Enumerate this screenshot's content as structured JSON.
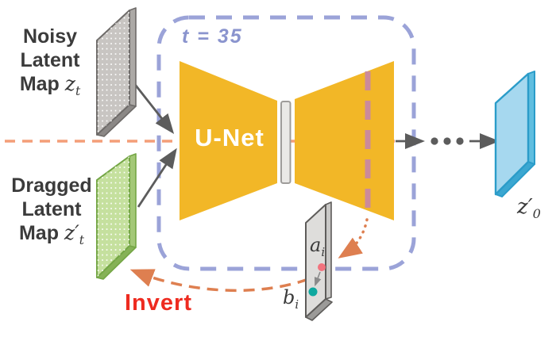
{
  "figure": {
    "labels": {
      "noisy": {
        "lines": [
          "Noisy",
          "Latent",
          "Map"
        ],
        "math_base": "z",
        "math_sub": "t"
      },
      "dragged": {
        "lines": [
          "Dragged",
          "Latent",
          "Map"
        ],
        "math_base": "z′",
        "math_sub": "t"
      },
      "timestep": "t = 35",
      "unet": "U-Net",
      "invert": "Invert",
      "output": {
        "math_base": "z′",
        "math_sub": "0"
      },
      "point_a": {
        "math_base": "a",
        "math_sub": "i"
      },
      "point_b": {
        "math_base": "b",
        "math_sub": "i"
      }
    },
    "colors": {
      "unet_yellow": "#F2B727",
      "box_lavender": "#9BA3D8",
      "timestep_text": "#8A94CE",
      "pink_marker": "#CB8A9B",
      "trajectory_orange": "#F49E78",
      "invert_orange": "#DE7F50",
      "invert_red": "#EE2B20",
      "arrow_gray": "#5C5C5C",
      "slab_gray_front": "#C8C5C2",
      "slab_green_front": "#C5E09E",
      "slab_blue_front": "#A6D8EF",
      "panel_gray_front": "#DEDDDB",
      "point_a_red": "#F2737E",
      "point_b_teal": "#0EA89F",
      "label_text": "#3B3B3B"
    }
  }
}
